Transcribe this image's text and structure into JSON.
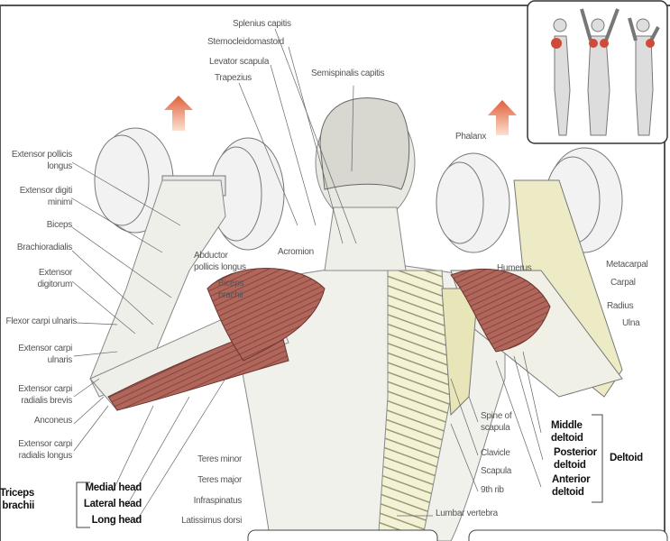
{
  "top_labels": {
    "splenius": "Splenius capitis",
    "sterno": "Sternocleidomastoid",
    "levator": "Levator scapula",
    "trapezius": "Trapezius",
    "semispinalis": "Semispinalis capitis"
  },
  "left_labels": {
    "epl1": "Extensor pollicis",
    "epl2": "longus",
    "edm1": "Extensor digiti",
    "edm2": "minimi",
    "biceps": "Biceps",
    "brachio": "Brachioradialis",
    "ed1": "Extensor",
    "ed2": "digitorum",
    "fcu": "Flexor carpi ulnaris",
    "ecu1": "Extensor carpi",
    "ecu2": "ulnaris",
    "ecrb1": "Extensor carpi",
    "ecrb2": "radialis brevis",
    "anconeus": "Anconeus",
    "ecrl1": "Extensor carpi",
    "ecrl2": "radialis longus"
  },
  "center_labels": {
    "apl1": "Abductor",
    "apl2": "pollicis longus",
    "bb1": "Biceps",
    "bb2": "brachii",
    "acromion": "Acromion",
    "teres_minor": "Teres minor",
    "teres_major": "Teres major",
    "infraspinatus": "Infraspinatus",
    "latissimus": "Latissimus dorsi"
  },
  "right_labels": {
    "phalanx": "Phalanx",
    "humerus": "Humerus",
    "metacarpal": "Metacarpal",
    "carpal": "Carpal",
    "radius": "Radius",
    "ulna": "Ulna",
    "spine1": "Spine of",
    "spine2": "scapula",
    "clavicle": "Clavicle",
    "scapula": "Scapula",
    "rib": "9th rib",
    "lumbar": "Lumbar vertebra"
  },
  "deltoid": {
    "group": "Deltoid",
    "middle1": "Middle",
    "middle2": "deltoid",
    "posterior1": "Posterior",
    "posterior2": "deltoid",
    "anterior1": "Anterior",
    "anterior2": "deltoid"
  },
  "triceps": {
    "group1": "Triceps",
    "group2": "brachii",
    "medial": "Medial head",
    "lateral": "Lateral head",
    "long": "Long head"
  },
  "colors": {
    "muscle": "#a4584e",
    "bone": "#e8e6b8",
    "arrow": "#e0603a"
  }
}
